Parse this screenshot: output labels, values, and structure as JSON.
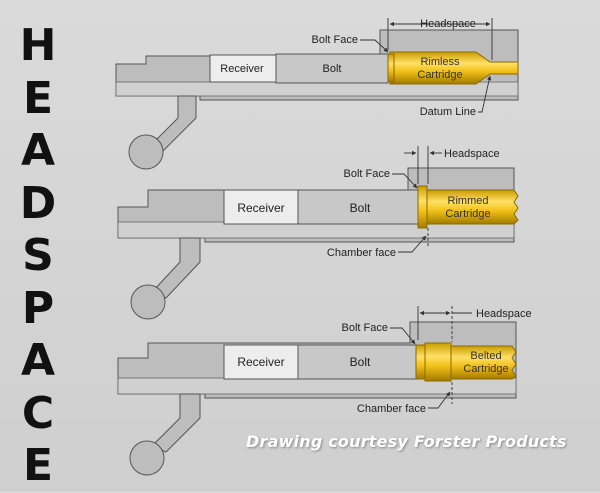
{
  "title_letters": [
    "H",
    "E",
    "A",
    "D",
    "S",
    "P",
    "A",
    "C",
    "E"
  ],
  "credit": "Drawing courtesy Forster Products",
  "colors": {
    "steel": "#bdbdbd",
    "receiver": "#ededed",
    "bolt": "#c8c8c8",
    "brass": "#f2c21a",
    "background": "#d5d5d5",
    "text": "#222222"
  },
  "diagrams": [
    {
      "cartridge_type": "rimless",
      "receiver_label": "Receiver",
      "bolt_label": "Bolt",
      "cartridge_label": [
        "Rimless",
        "Cartridge"
      ],
      "headspace_label": "Headspace",
      "bolt_face_label": "Bolt Face",
      "reference_label": "Datum Line"
    },
    {
      "cartridge_type": "rimmed",
      "receiver_label": "Receiver",
      "bolt_label": "Bolt",
      "cartridge_label": [
        "Rimmed",
        "Cartridge"
      ],
      "headspace_label": "Headspace",
      "bolt_face_label": "Bolt Face",
      "reference_label": "Chamber face"
    },
    {
      "cartridge_type": "belted",
      "receiver_label": "Receiver",
      "bolt_label": "Bolt",
      "cartridge_label": [
        "Belted",
        "Cartridge"
      ],
      "headspace_label": "Headspace",
      "bolt_face_label": "Bolt Face",
      "reference_label": "Chamber face"
    }
  ]
}
